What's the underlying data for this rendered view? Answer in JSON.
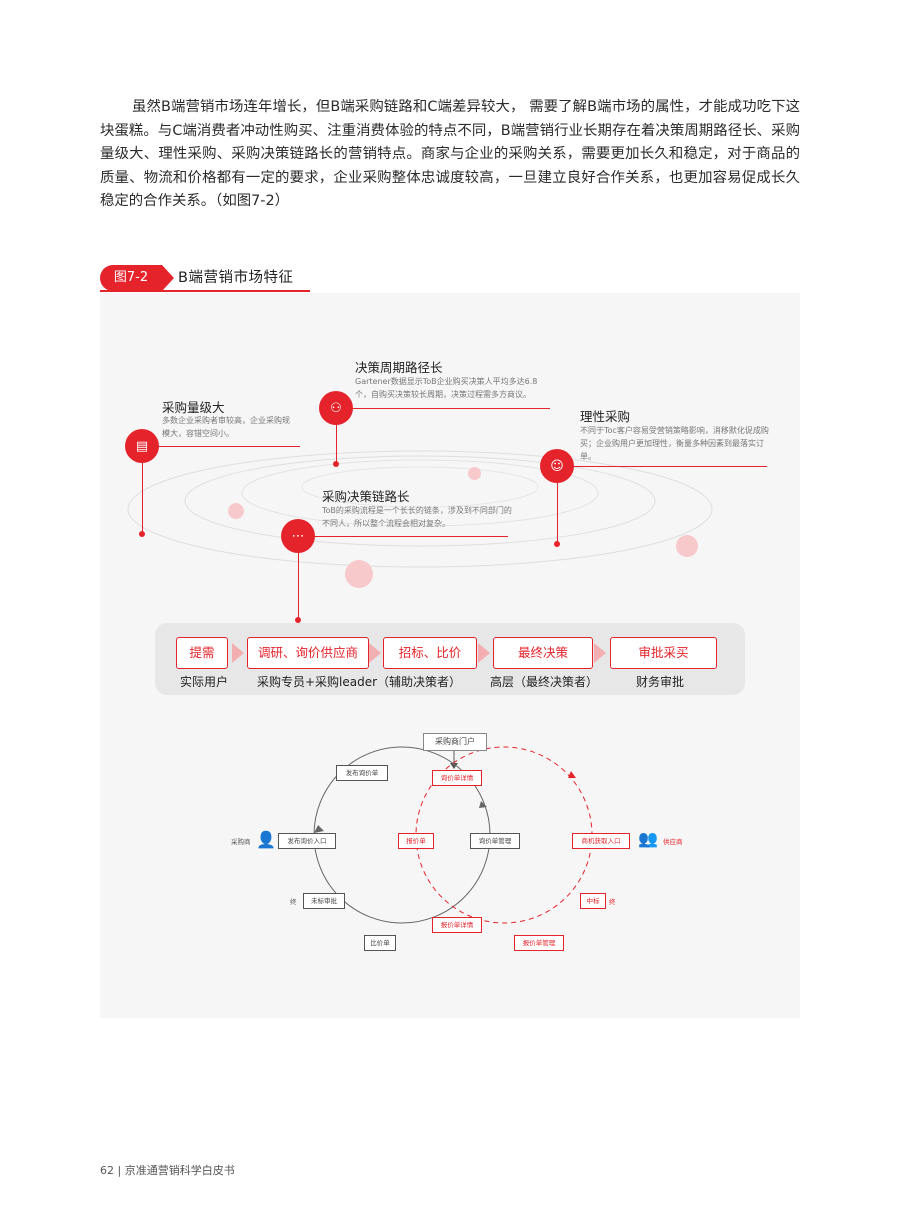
{
  "paragraph": "虽然B端营销市场连年增长，但B端采购链路和C端差异较大， 需要了解B端市场的属性，才能成功吃下这块蛋糕。与C端消费者冲动性购买、注重消费体验的特点不同，B端营销行业长期存在着决策周期路径长、采购量级大、理性采购、采购决策链路长的营销特点。商家与企业的采购关系，需要更加长久和稳定，对于商品的质量、物流和价格都有一定的要求，企业采购整体忠诚度较高，一旦建立良好合作关系，也更加容易促成长久稳定的合作关系。（如图7-2）",
  "figure": {
    "tag": "图7-2",
    "title": "B端营销市场特征"
  },
  "features": [
    {
      "title": "决策周期路径长",
      "desc": "Gartener数据显示ToB企业购买决策人平均多达6.8个，自购买决策较长周期，决策过程需多方商议。",
      "icon": "people-icon"
    },
    {
      "title": "采购量级大",
      "desc": "多数企业采购者审较高，企业采购规模大，容错空间小。",
      "icon": "money-icon"
    },
    {
      "title": "理性采购",
      "desc": "不同于Toc客户容易受营销策略影响，消移默化促成购买；企业购用户更加理性，衡量多种因素到最落实订单。",
      "icon": "head-icon"
    },
    {
      "title": "采购决策链路长",
      "desc": "ToB的采购流程是一个长长的链条，涉及到不同部门的不同人，所以整个流程会相对复杂。",
      "icon": "flow-icon"
    }
  ],
  "flow_steps": [
    "提需",
    "调研、询价供应商",
    "招标、比价",
    "最终决策",
    "审批采买"
  ],
  "flow_roles": [
    "实际用户",
    "采购专员+采购leader（辅助决策者）",
    "高层（最终决策者）",
    "财务审批"
  ],
  "diagram": {
    "portal": "采购商门户",
    "buyer_label": "采购商",
    "supplier_label": "供应商",
    "nodes": {
      "publish_inquiry": "发布询价单",
      "inquiry_detail": "询价单详情",
      "publish_entry": "发布询价入口",
      "quote": "报价单",
      "inquiry_manage": "询价单管理",
      "opportunity_entry": "商机获取入口",
      "rejected_review": "未标审批",
      "winning": "中标",
      "quote_detail": "报价单详情",
      "compare": "比价单",
      "quote_manage": "报价单管理"
    },
    "side_left": "终",
    "side_right": "终"
  },
  "footer": "62 | 京准通营销科学白皮书"
}
